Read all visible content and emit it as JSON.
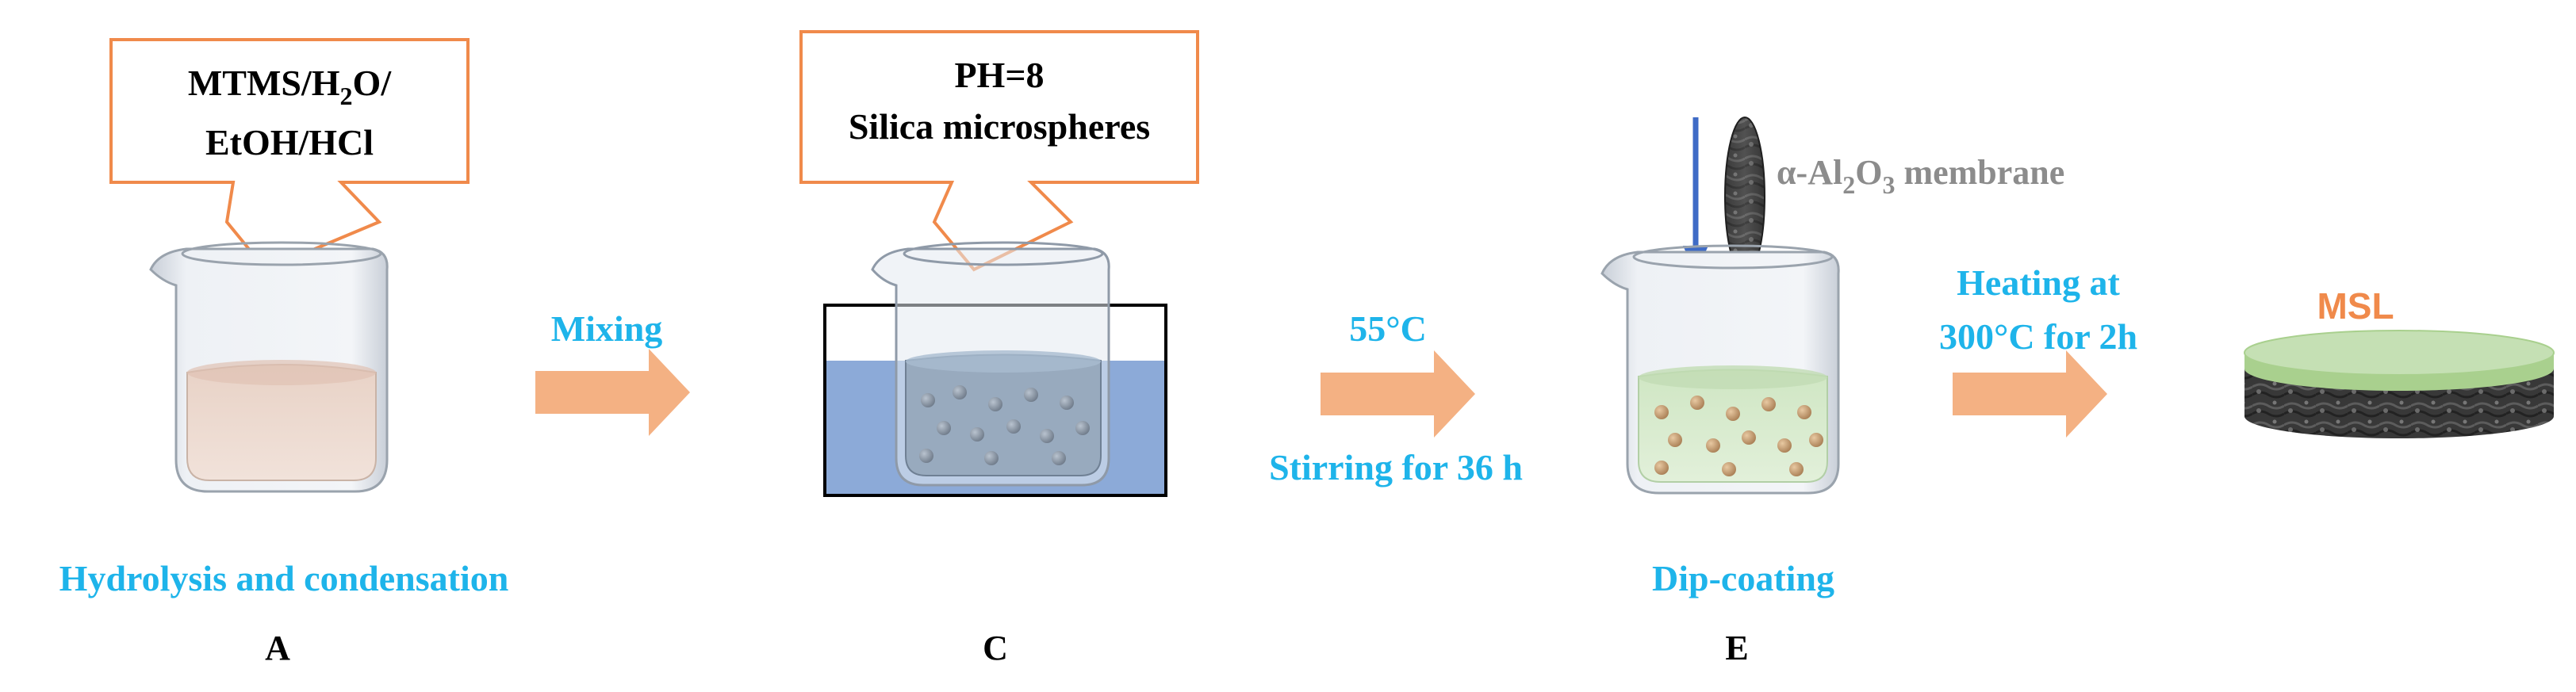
{
  "colors": {
    "label_blue": "#1EB4EA",
    "arrow_orange": "#F4B183",
    "callout_stroke": "#F08A4B",
    "text_black": "#000000",
    "membrane_text": "#8C8C8C",
    "msl_orange": "#F08A4B",
    "down_arrow": "#3F6BC6"
  },
  "step_a": {
    "callout_line1": "MTMS/H",
    "callout_line1_sub": "2",
    "callout_line1_tail": "O/",
    "callout_line2": "EtOH/HCl",
    "caption": "Hydrolysis and condensation",
    "letter": "A"
  },
  "arrow_1": {
    "label": "Mixing"
  },
  "step_c": {
    "callout_line1": "PH=8",
    "callout_line2": "Silica microspheres",
    "letter": "C"
  },
  "arrow_2": {
    "label_top": "55°C",
    "label_bottom": "Stirring for 36 h"
  },
  "step_e": {
    "membrane_prefix": "α-Al",
    "membrane_sub1": "2",
    "membrane_mid": "O",
    "membrane_sub2": "3",
    "membrane_tail": " membrane",
    "caption": "Dip-coating",
    "letter": "E"
  },
  "arrow_3": {
    "label_line1": "Heating at",
    "label_line2": "300°C for 2h"
  },
  "product": {
    "label": "MSL"
  }
}
